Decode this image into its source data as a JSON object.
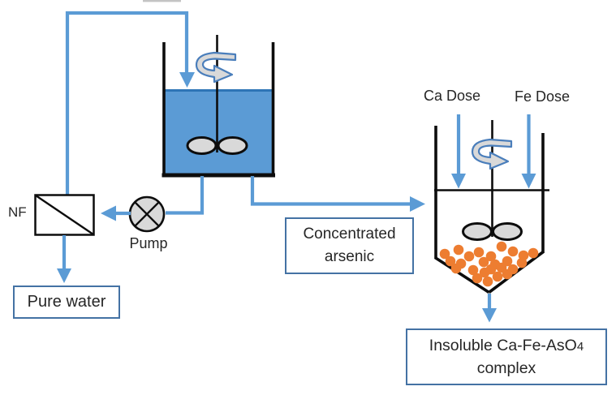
{
  "labels": {
    "nf": "NF",
    "pump": "Pump",
    "ca_dose": "Ca Dose",
    "fe_dose": "Fe Dose"
  },
  "boxes": {
    "pure_water": "Pure water",
    "concentrated_arsenic": [
      "Concentrated",
      "arsenic"
    ],
    "insoluble": {
      "line1_main": "Insoluble Ca-Fe-AsO",
      "line1_sub": "4",
      "line2": "complex"
    }
  },
  "colors": {
    "pipe_blue": "#5b9bd5",
    "box_border_blue": "#4472a4",
    "spiral_blue": "#4a7ebb",
    "water_fill": "#5b9bd5",
    "water_surface": "#2e75b6",
    "equipment_gray": "#d9d9d9",
    "particle_orange": "#ed7d31",
    "outline_black": "#0d0d0d"
  }
}
